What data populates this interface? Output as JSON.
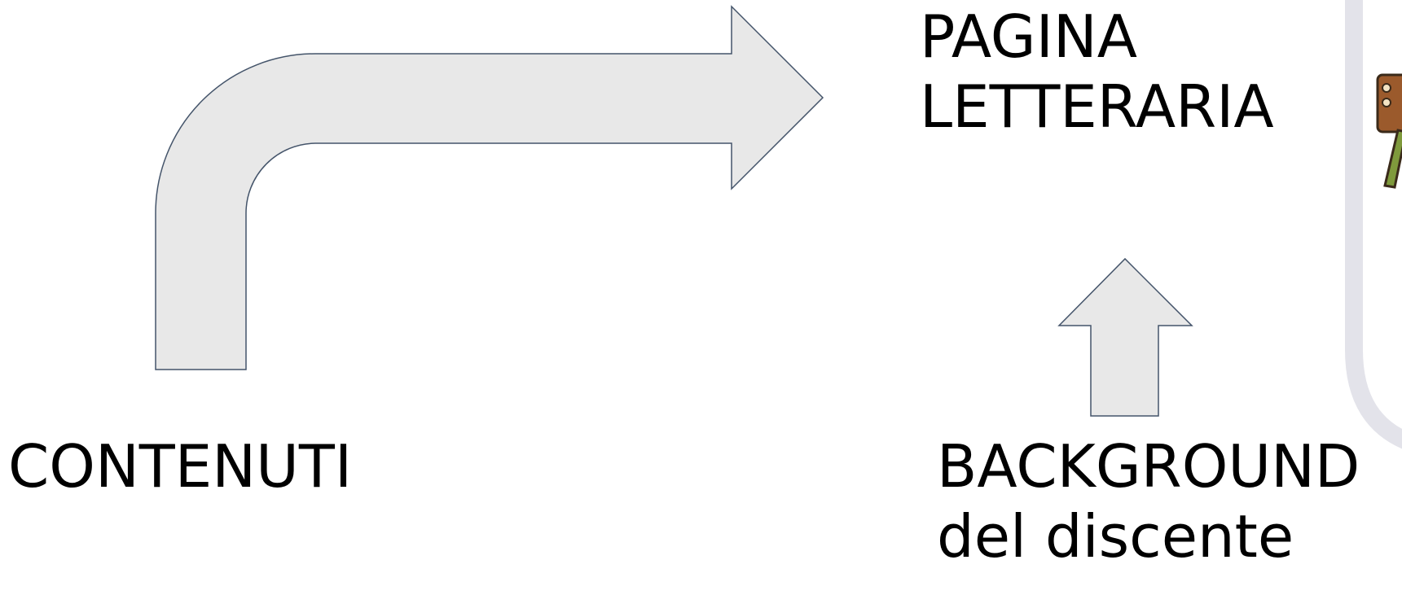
{
  "nodes": {
    "pagina_letteraria": {
      "lines": [
        "PAGINA",
        "LETTERARIA"
      ]
    },
    "contenuti": {
      "text": "CONTENUTI"
    },
    "background_discente": {
      "lines": [
        "BACKGROUND",
        "del discente"
      ]
    }
  },
  "edges": [
    {
      "from": "contenuti",
      "to": "pagina_letteraria",
      "style": "bent-arrow"
    },
    {
      "from": "background_discente",
      "to": "pagina_letteraria",
      "style": "up-arrow"
    }
  ],
  "colors": {
    "arrow_fill": "#e8e8e8",
    "arrow_stroke": "#44546a",
    "panel_stroke": "#e3e3ea",
    "text": "#000000"
  },
  "icons": [
    "cartoon-figure-icon"
  ]
}
